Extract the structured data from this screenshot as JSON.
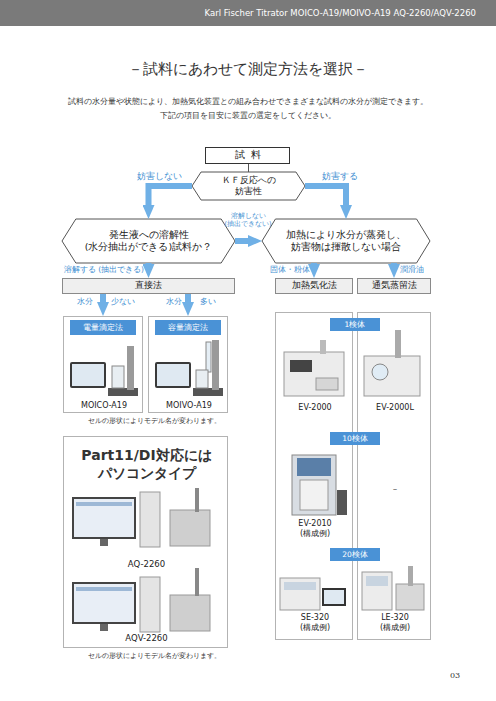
{
  "diagram": {
    "title": "－試料にあわせて測定方法を選択－",
    "nodes": [
      {
        "text": [
          "試料"
        ]
      },
      {
        "text": [
          "ＫＦ反応への 妨害性"
        ]
      },
      {
        "text": [
          "発生液への溶解性 (水分抽出ができる)試料か？"
        ]
      },
      {
        "text": [
          "加熱により水分が蒸発し、 妨害物は揮散しない場合"
        ]
      },
      {
        "text": [
          "直接法"
        ]
      },
      {
        "text": [
          "加熱気化法"
        ]
      },
      {
        "text": [
          "通気蒸留法"
        ]
      },
      {
        "text": [
          "MOICO-A19"
        ]
      },
      {
        "text": [
          "電量滴定法"
        ],
        "in": 7
      },
      {
        "text": [
          "MOIVO-A19"
        ]
      },
      {
        "text": [
          "容量滴定法"
        ],
        "in": 9
      },
      {
        "text": [
          "EV-2000",
          "EV-2010 (構成例)",
          "SE-320 (構成例)"
        ]
      },
      {
        "text": [
          "EV-2000L",
          "－",
          "LE-320 (構成例)"
        ]
      },
      {
        "text": [
          "1検体"
        ]
      },
      {
        "text": [
          "10検体"
        ]
      },
      {
        "text": [
          "20検体"
        ]
      },
      {
        "text": [
          "Part11/DI対応には パソコンタイプ",
          "AQ-2260",
          "AQV-2260"
        ]
      }
    ],
    "edges": [
      {
        "from": 0,
        "to": 1,
        "arrow": "none"
      },
      {
        "from": 1,
        "to": 2,
        "label": "妨害しない",
        "arrow": "to"
      },
      {
        "from": 1,
        "to": 3,
        "label": "妨害する",
        "arrow": "to"
      },
      {
        "from": 2,
        "to": 3,
        "label": "溶解しない (抽出できない)",
        "arrow": "to"
      },
      {
        "from": 2,
        "to": 4,
        "label": "溶解する (抽出できる)",
        "arrow": "to"
      },
      {
        "from": 3,
        "to": 5,
        "label": "固体・粉体",
        "arrow": "to"
      },
      {
        "from": 3,
        "to": 6,
        "label": "潤滑油",
        "arrow": "to"
      },
      {
        "from": 4,
        "to": 7,
        "label": "水分 少ない",
        "arrow": "to"
      },
      {
        "from": 4,
        "to": 9,
        "label": "水分 多い",
        "arrow": "to"
      }
    ],
    "labels": [
      "Karl Fischer Titrator MOICO-A19/MOIVO-A19 AQ-2260/AQV-2260",
      "試料の水分量や状態により、加熱気化装置との組み合わせでさまざまな試料の水分が測定できます。",
      "下記の項目を目安に装置の選定をしてください。",
      "セルの形状によりモデル名が変わります。",
      "セルの形状によりモデル名が変わります。",
      "03"
    ]
  }
}
